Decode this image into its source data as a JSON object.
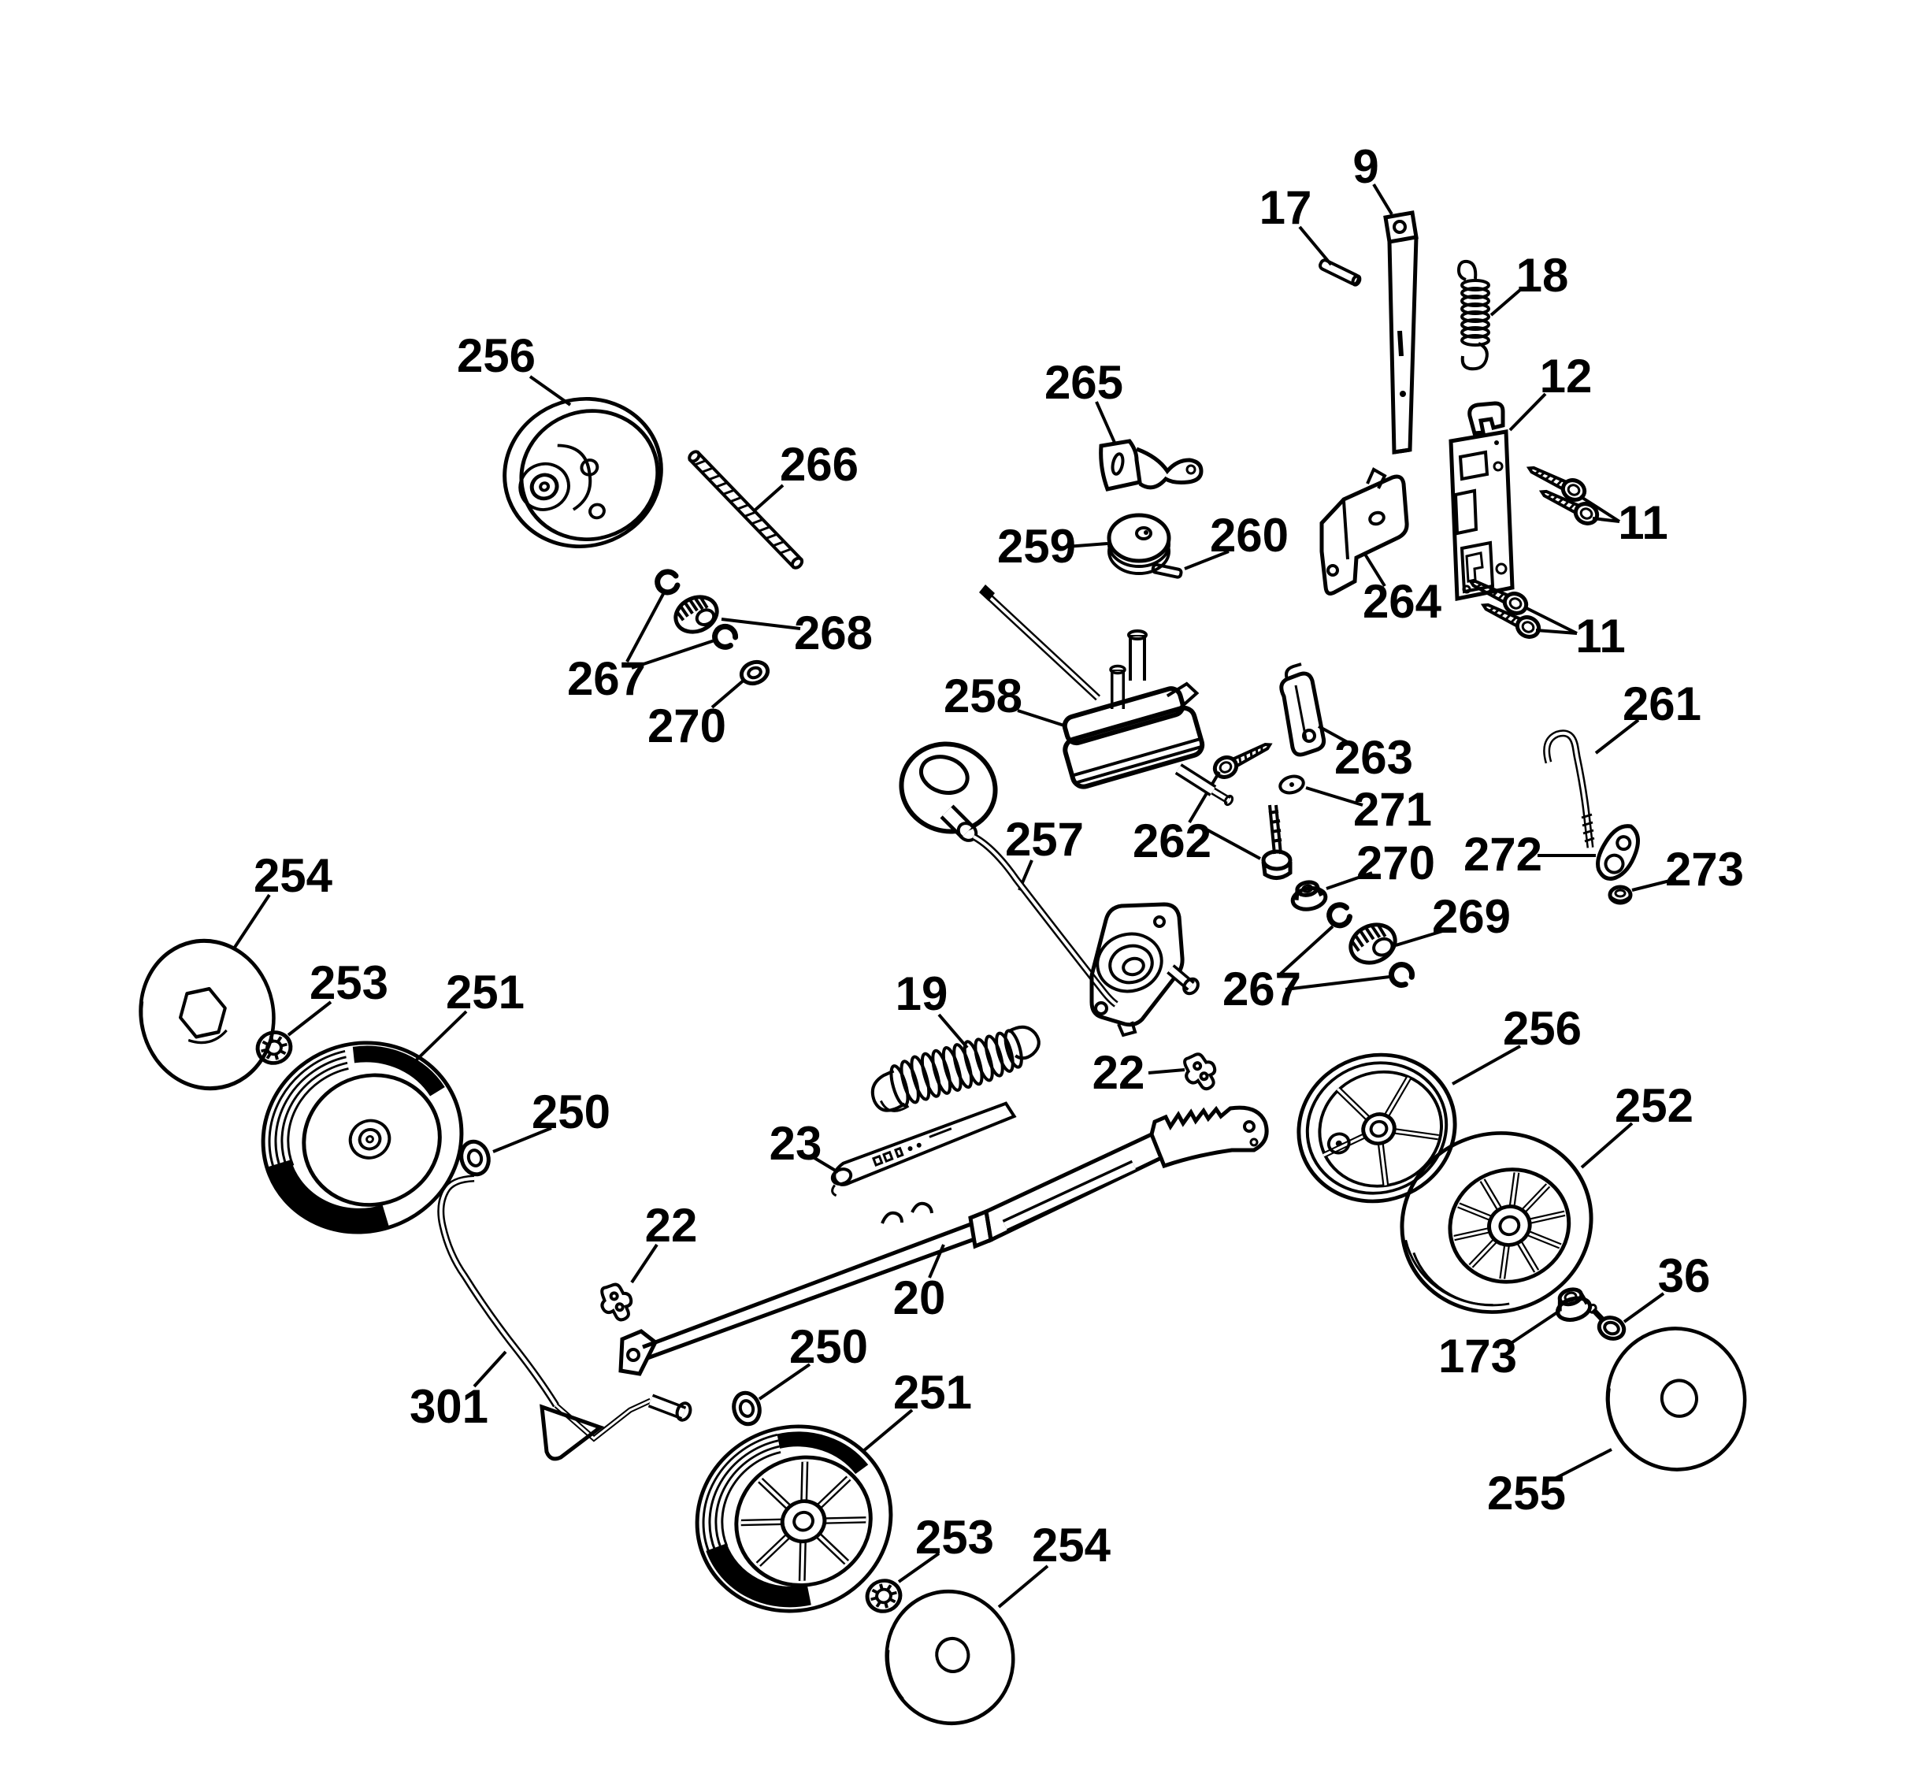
{
  "diagram": {
    "type": "exploded-parts-diagram",
    "subject": "lawn-mower wheel and drive assembly exploded view",
    "background_color": "#ffffff",
    "line_color": "#000000",
    "callouts": [
      {
        "id": "256-left",
        "text": "256"
      },
      {
        "id": "266",
        "text": "266"
      },
      {
        "id": "268",
        "text": "268"
      },
      {
        "id": "267-left",
        "text": "267"
      },
      {
        "id": "270-left",
        "text": "270"
      },
      {
        "id": "9",
        "text": "9"
      },
      {
        "id": "17",
        "text": "17"
      },
      {
        "id": "18",
        "text": "18"
      },
      {
        "id": "12",
        "text": "12"
      },
      {
        "id": "11-upper",
        "text": "11"
      },
      {
        "id": "265",
        "text": "265"
      },
      {
        "id": "259",
        "text": "259"
      },
      {
        "id": "260",
        "text": "260"
      },
      {
        "id": "264",
        "text": "264"
      },
      {
        "id": "11-lower",
        "text": "11"
      },
      {
        "id": "261",
        "text": "261"
      },
      {
        "id": "258",
        "text": "258"
      },
      {
        "id": "263",
        "text": "263"
      },
      {
        "id": "271",
        "text": "271"
      },
      {
        "id": "262",
        "text": "262"
      },
      {
        "id": "270-right",
        "text": "270"
      },
      {
        "id": "272",
        "text": "272"
      },
      {
        "id": "273",
        "text": "273"
      },
      {
        "id": "257",
        "text": "257"
      },
      {
        "id": "269",
        "text": "269"
      },
      {
        "id": "267-right",
        "text": "267"
      },
      {
        "id": "19",
        "text": "19"
      },
      {
        "id": "22-right",
        "text": "22"
      },
      {
        "id": "23",
        "text": "23"
      },
      {
        "id": "20",
        "text": "20"
      },
      {
        "id": "22-left",
        "text": "22"
      },
      {
        "id": "301",
        "text": "301"
      },
      {
        "id": "250-left",
        "text": "250"
      },
      {
        "id": "251-left",
        "text": "251"
      },
      {
        "id": "253-left",
        "text": "253"
      },
      {
        "id": "254-left",
        "text": "254"
      },
      {
        "id": "250-bottom",
        "text": "250"
      },
      {
        "id": "251-bottom",
        "text": "251"
      },
      {
        "id": "253-bottom",
        "text": "253"
      },
      {
        "id": "254-bottom",
        "text": "254"
      },
      {
        "id": "256-right",
        "text": "256"
      },
      {
        "id": "252",
        "text": "252"
      },
      {
        "id": "36",
        "text": "36"
      },
      {
        "id": "173",
        "text": "173"
      },
      {
        "id": "255",
        "text": "255"
      }
    ]
  }
}
